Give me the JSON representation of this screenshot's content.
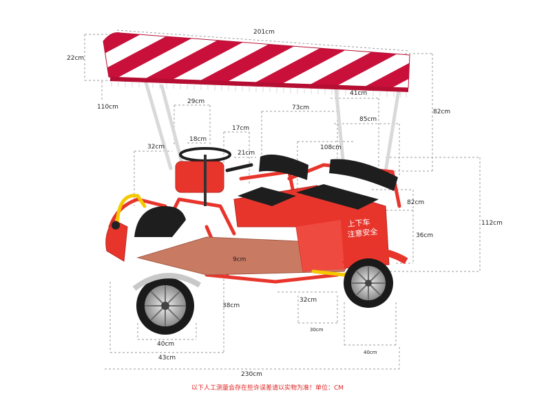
{
  "dimensions": {
    "canopy_length": "201cm",
    "canopy_height": "22cm",
    "fringe_drop": "110cm",
    "wheel_to_roof": "41cm",
    "roof_to_seat": "82cm",
    "steering_column": "29cm",
    "rear_bench_width": "73cm",
    "frame_span": "85cm",
    "steering_wheel": "18cm",
    "handlebar": "17cm",
    "front_seat": "32cm",
    "handle_to_seat": "21cm",
    "rear_seat_length": "108cm",
    "overall_height": "112cm",
    "seat_back": "82cm",
    "rear_box": "36cm",
    "floor": "9cm",
    "rear_wheel_well": "32cm",
    "ground_clearance": "38cm",
    "rear_track": "30cm",
    "rear_wheel_dia": "40cm",
    "front_wheel_dia": "40cm",
    "front_track": "43cm",
    "overall_length": "230cm"
  },
  "vehicle_text": {
    "safety_line1": "上下车",
    "safety_line2": "注意安全"
  },
  "caption": "以下人工测量会存在些许误差请以实物为准！单位：CM",
  "colors": {
    "body_red": "#e8352c",
    "canopy_red": "#c8103a",
    "caption_red": "#e02020",
    "dim_line": "#9a9a9a"
  }
}
